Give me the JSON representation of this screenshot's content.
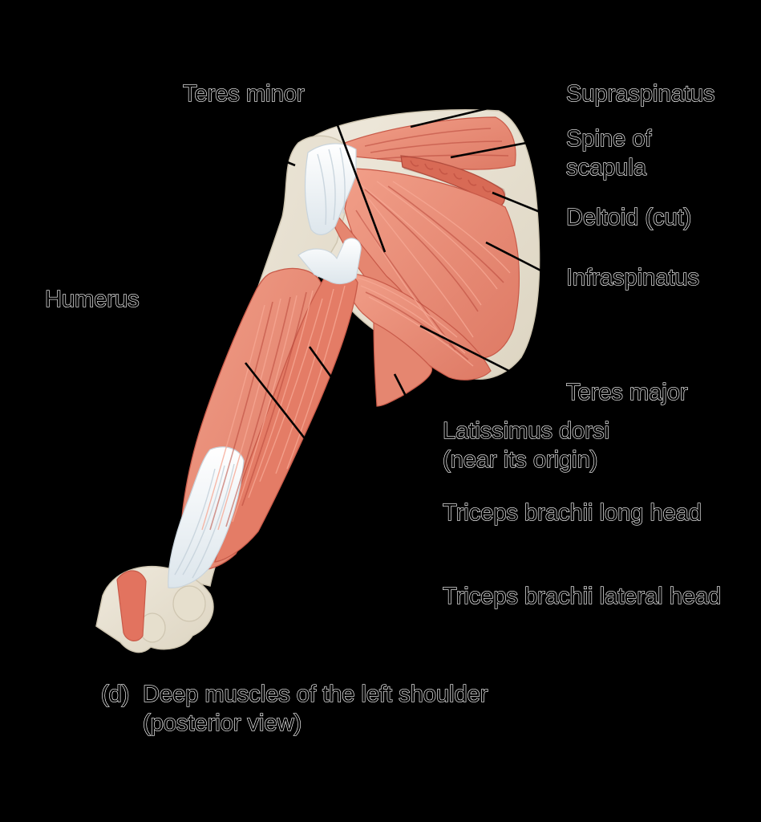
{
  "labels": {
    "teres_minor": "Teres minor",
    "supraspinatus": "Supraspinatus",
    "spine_of_scapula_1": "Spine of",
    "spine_of_scapula_2": "scapula",
    "deltoid_cut": "Deltoid (cut)",
    "infraspinatus": "Infraspinatus",
    "humerus": "Humerus",
    "teres_major": "Teres major",
    "latissimus_1": "Latissimus dorsi",
    "latissimus_2": "(near its origin)",
    "triceps_long": "Triceps brachii long head",
    "triceps_lateral": "Triceps brachii lateral head"
  },
  "caption": {
    "letter": "(d)",
    "line1": "Deep muscles of the left shoulder",
    "line2": "(posterior view)"
  },
  "colors": {
    "background": "#000000",
    "bone": "#e8e1d1",
    "muscle": "#e98a75",
    "muscle_dark": "#c85a49",
    "tendon": "#f1f4f6",
    "label": "#000000"
  }
}
